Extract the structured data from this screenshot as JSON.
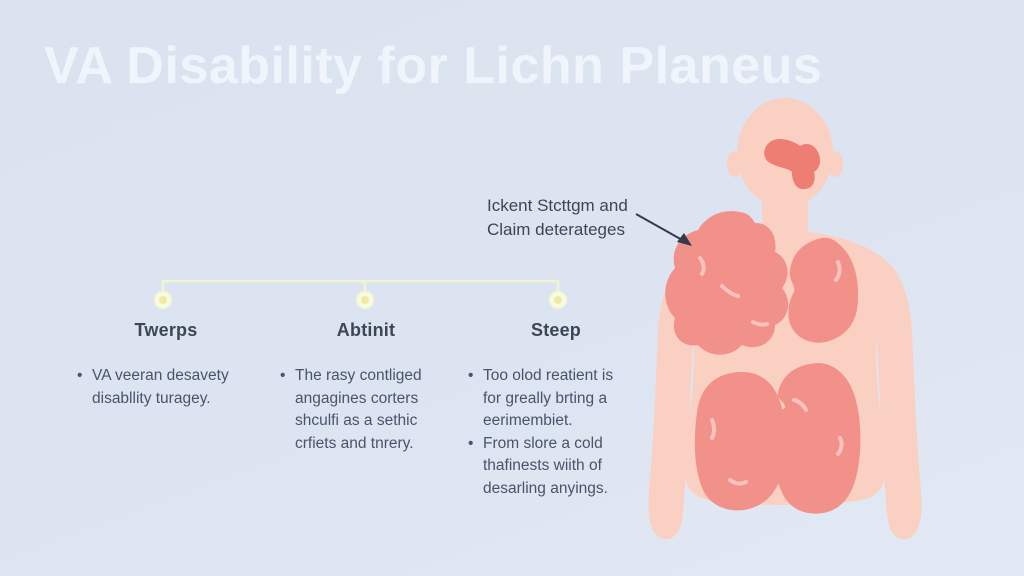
{
  "title": "VA Disability for Lichn Planeus",
  "annotation": {
    "lines": [
      "Ickent Stcttgm and",
      "Claim deterateges"
    ]
  },
  "timeline_columns": [
    {
      "header": "Twerps",
      "bullets": [
        [
          "VA veeran desavety",
          "disabllity turagey."
        ]
      ]
    },
    {
      "header": "Abtinit",
      "bullets": [
        [
          "The rasy contliged",
          "angagines corters",
          "shculfi as a sethic",
          "crfiets and tnrery."
        ]
      ]
    },
    {
      "header": "Steep",
      "bullets": [
        [
          "Too olod reatient is",
          "for greally brting a",
          "eerimembiet."
        ],
        [
          "From slore a cold",
          "thafinests wiith of",
          "desarling anyings."
        ]
      ]
    }
  ],
  "figure": {
    "description": "human-torso-with-red-skin-patches",
    "patch_locations": [
      "forehead",
      "left-chest-shoulder",
      "right-chest",
      "left-abdomen",
      "right-abdomen"
    ]
  },
  "colors": {
    "background": "#dde4f1",
    "title_text": "#f4f7fd",
    "heading_text": "#3d4654",
    "body_text": "#49536a",
    "skin": "#f9d0c1",
    "patch": "#f2918a",
    "patch_dark": "#ee7d74",
    "timeline_line": "#f1f4d4",
    "timeline_dot_ring": "#f9fae2",
    "timeline_dot": "#eeeca3",
    "arrow": "#333b49"
  }
}
